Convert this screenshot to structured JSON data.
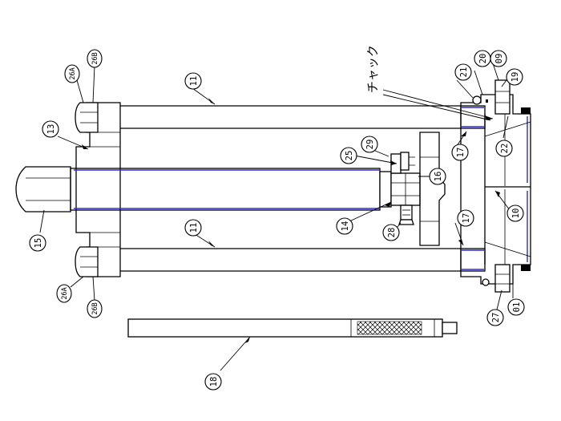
{
  "drawing": {
    "note_label": "チャック",
    "callouts": [
      {
        "id": "c01",
        "text": "01"
      },
      {
        "id": "c09",
        "text": "09"
      },
      {
        "id": "c10",
        "text": "10"
      },
      {
        "id": "c11a",
        "text": "11"
      },
      {
        "id": "c11b",
        "text": "11"
      },
      {
        "id": "c13",
        "text": "13"
      },
      {
        "id": "c14",
        "text": "14"
      },
      {
        "id": "c15",
        "text": "15"
      },
      {
        "id": "c16",
        "text": "16"
      },
      {
        "id": "c17a",
        "text": "17"
      },
      {
        "id": "c17b",
        "text": "17"
      },
      {
        "id": "c18",
        "text": "18"
      },
      {
        "id": "c19",
        "text": "19"
      },
      {
        "id": "c20",
        "text": "20"
      },
      {
        "id": "c21",
        "text": "21"
      },
      {
        "id": "c22",
        "text": "22"
      },
      {
        "id": "c25",
        "text": "25"
      },
      {
        "id": "c26a_top",
        "text": "26A"
      },
      {
        "id": "c26b_top",
        "text": "26B"
      },
      {
        "id": "c26a_bot",
        "text": "26A"
      },
      {
        "id": "c26b_bot",
        "text": "26B"
      },
      {
        "id": "c27",
        "text": "27"
      },
      {
        "id": "c28",
        "text": "28"
      },
      {
        "id": "c29",
        "text": "29"
      }
    ]
  }
}
